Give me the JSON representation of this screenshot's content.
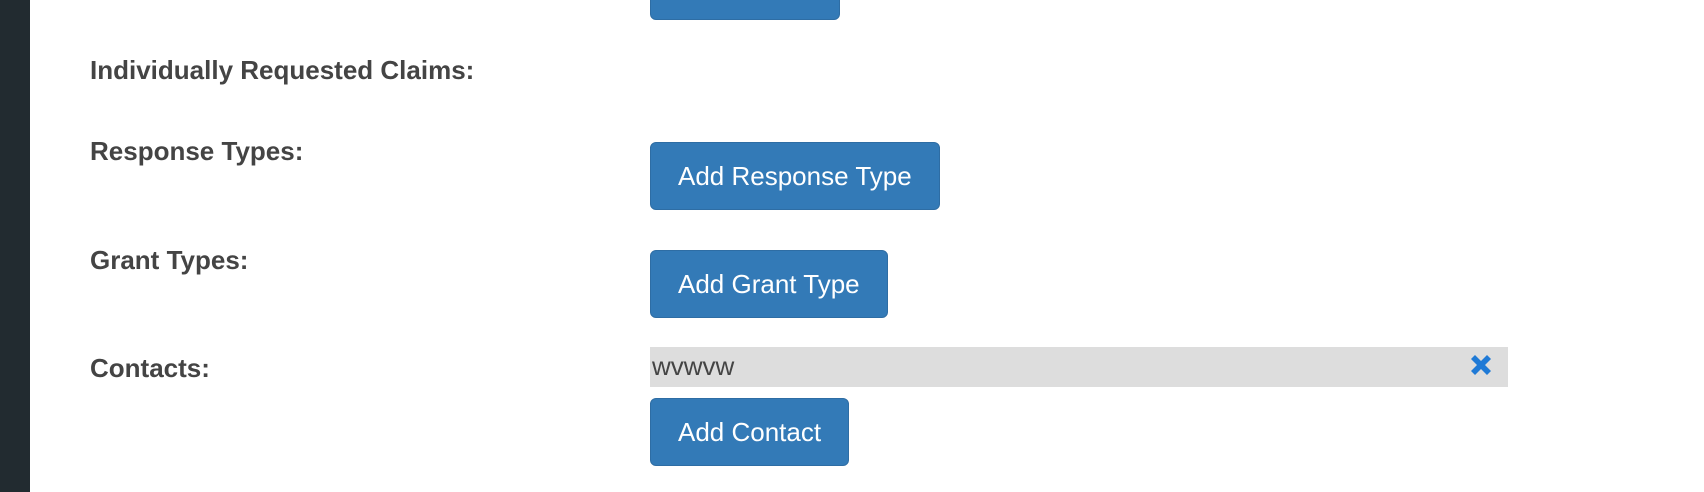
{
  "form": {
    "claims_label": "Individually Requested Claims:",
    "response_types_label": "Response Types:",
    "add_response_type_label": "Add Response Type",
    "grant_types_label": "Grant Types:",
    "add_grant_type_label": "Add Grant Type",
    "contacts_label": "Contacts:",
    "contacts": [
      "wvwvw"
    ],
    "add_contact_label": "Add Contact"
  },
  "colors": {
    "primary": "#337ab7",
    "contact_bg": "#dddddd",
    "remove_icon": "#1f7ad6",
    "sidebar": "#222b30"
  },
  "icons": {
    "remove": "close-icon"
  }
}
